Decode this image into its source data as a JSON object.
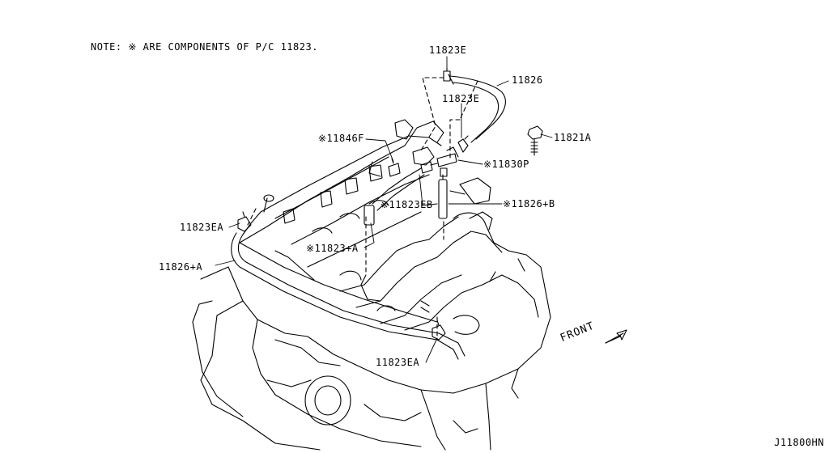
{
  "note": "NOTE: ※ ARE COMPONENTS OF P/C  11823.",
  "diagram_code": "J11800HN",
  "front_label": "FRONT",
  "parts": {
    "p_11823E_top": "11823E",
    "p_11826": "11826",
    "p_11823E_mid": "11823E",
    "p_11821A": "11821A",
    "p_11846F": "※11846F",
    "p_11830P": "※11830P",
    "p_11823EB": "※11823EB",
    "p_11826B": "※11826+B",
    "p_11823EA_left": "11823EA",
    "p_11823A": "※11823+A",
    "p_11826A": "11826+A",
    "p_11823EA_bottom": "11823EA"
  }
}
